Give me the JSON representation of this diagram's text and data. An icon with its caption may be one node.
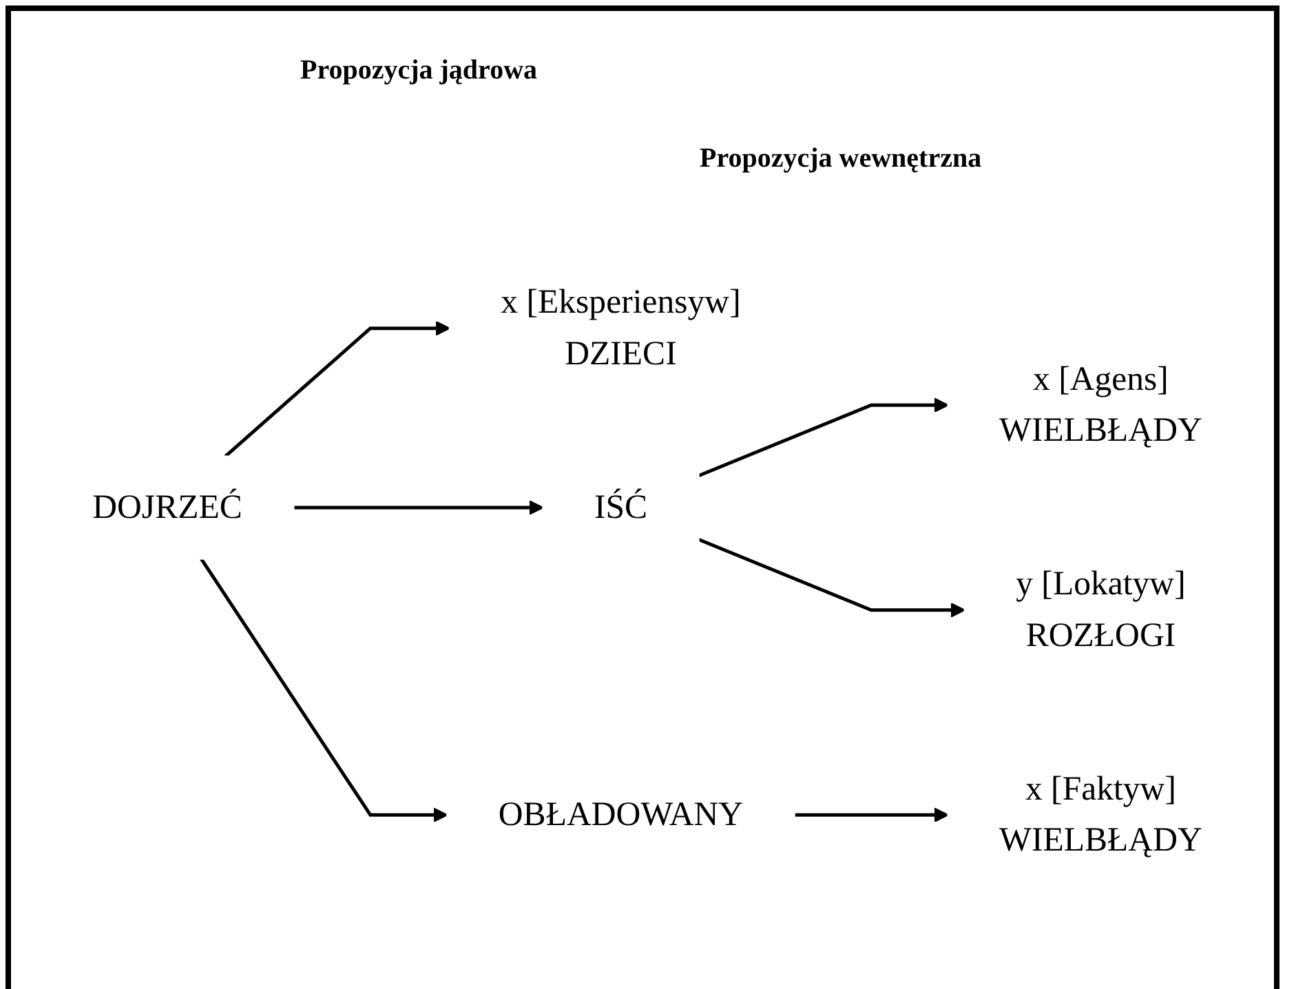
{
  "diagram": {
    "nodes": [
      {
        "text": [
          "DOJRZEĆ"
        ]
      },
      {
        "text": [
          "x [Eksperiensyw]",
          "DZIECI"
        ]
      },
      {
        "text": [
          "IŚĆ"
        ]
      },
      {
        "text": [
          "x [Agens]",
          "WIELBŁĄDY"
        ]
      },
      {
        "text": [
          "y [Lokatyw]",
          "ROZŁOGI"
        ]
      },
      {
        "text": [
          "OBŁADOWANY"
        ]
      },
      {
        "text": [
          "x [Faktyw]",
          "WIELBŁĄDY"
        ]
      }
    ],
    "edges": [
      {
        "from": 0,
        "to": 1,
        "arrow": "to"
      },
      {
        "from": 0,
        "to": 2,
        "arrow": "to"
      },
      {
        "from": 2,
        "to": 3,
        "arrow": "to"
      },
      {
        "from": 2,
        "to": 4,
        "arrow": "to"
      },
      {
        "from": 0,
        "to": 5,
        "arrow": "to"
      },
      {
        "from": 5,
        "to": 6,
        "arrow": "to"
      }
    ],
    "labels": [
      "Propozycja jądrowa",
      "Propozycja wewnętrzna"
    ]
  }
}
